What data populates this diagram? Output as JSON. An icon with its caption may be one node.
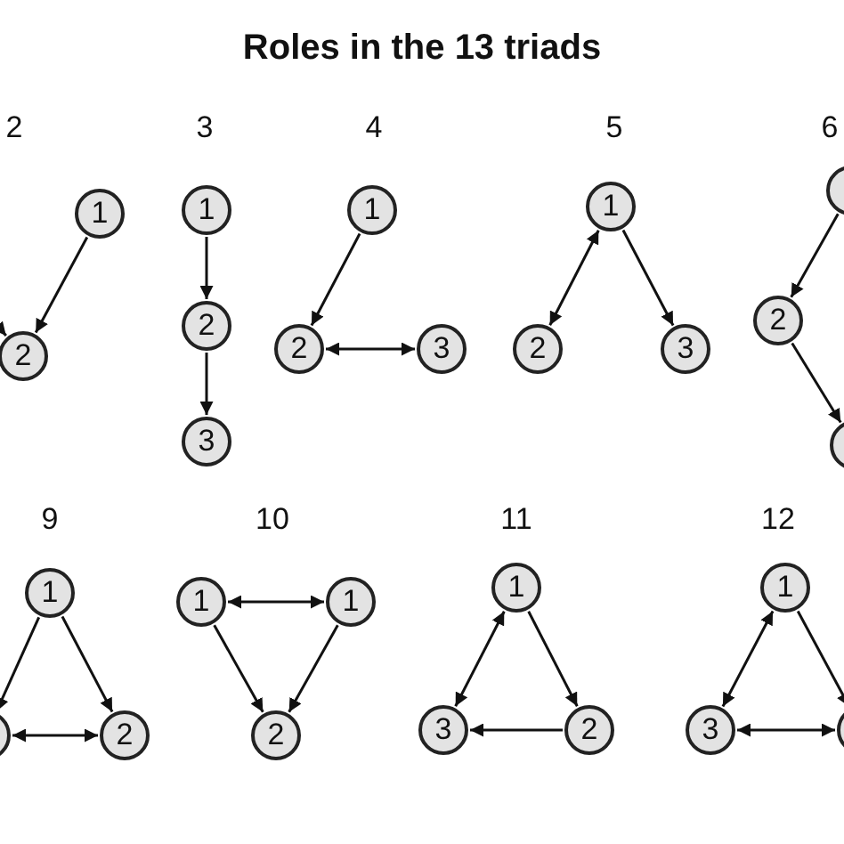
{
  "diagram": {
    "title": "Roles in the 13 triads",
    "nodes": [
      {
        "text": [
          "1"
        ]
      },
      {
        "text": [
          "2"
        ]
      },
      {
        "text": [
          "1"
        ]
      },
      {
        "text": [
          "2"
        ]
      },
      {
        "text": [
          "3"
        ]
      },
      {
        "text": [
          "1"
        ]
      },
      {
        "text": [
          "2"
        ]
      },
      {
        "text": [
          "3"
        ]
      },
      {
        "text": [
          "1"
        ]
      },
      {
        "text": [
          "2"
        ]
      },
      {
        "text": [
          "3"
        ]
      },
      {
        "text": [],
        "shape": "circle"
      },
      {
        "text": [
          "2"
        ]
      },
      {
        "text": [],
        "shape": "circle"
      },
      {
        "text": [
          "1"
        ]
      },
      {
        "text": [],
        "shape": "circle"
      },
      {
        "text": [
          "2"
        ]
      },
      {
        "text": [
          "1"
        ]
      },
      {
        "text": [
          "1"
        ]
      },
      {
        "text": [
          "2"
        ]
      },
      {
        "text": [
          "1"
        ]
      },
      {
        "text": [
          "3"
        ]
      },
      {
        "text": [
          "2"
        ]
      },
      {
        "text": [
          "1"
        ]
      },
      {
        "text": [
          "3"
        ]
      },
      {
        "text": [],
        "shape": "circle"
      }
    ],
    "edges": [
      {
        "from": 0,
        "to": 1,
        "arrow": "to"
      },
      {
        "from": null,
        "to": 1,
        "arrow": "to"
      },
      {
        "from": 2,
        "to": 3,
        "arrow": "to"
      },
      {
        "from": 3,
        "to": 4,
        "arrow": "to"
      },
      {
        "from": 5,
        "to": 6,
        "arrow": "to"
      },
      {
        "from": 6,
        "to": 7,
        "arrow": "both"
      },
      {
        "from": 8,
        "to": 9,
        "arrow": "both"
      },
      {
        "from": 8,
        "to": 10,
        "arrow": "to"
      },
      {
        "from": 11,
        "to": 12,
        "arrow": "to"
      },
      {
        "from": 12,
        "to": 13,
        "arrow": "to"
      },
      {
        "from": 14,
        "to": 15,
        "arrow": "to"
      },
      {
        "from": 14,
        "to": 16,
        "arrow": "to"
      },
      {
        "from": 15,
        "to": 16,
        "arrow": "both"
      },
      {
        "from": 17,
        "to": 18,
        "arrow": "both"
      },
      {
        "from": 17,
        "to": 19,
        "arrow": "to"
      },
      {
        "from": 18,
        "to": 19,
        "arrow": "to"
      },
      {
        "from": 20,
        "to": 21,
        "arrow": "both"
      },
      {
        "from": 20,
        "to": 22,
        "arrow": "to"
      },
      {
        "from": 22,
        "to": 21,
        "arrow": "to"
      },
      {
        "from": 23,
        "to": 24,
        "arrow": "both"
      },
      {
        "from": 23,
        "to": 25,
        "arrow": "to"
      },
      {
        "from": 24,
        "to": 25,
        "arrow": "both"
      }
    ],
    "labels": [
      "2",
      "3",
      "4",
      "5",
      "6",
      "9",
      "10",
      "11",
      "12"
    ]
  }
}
